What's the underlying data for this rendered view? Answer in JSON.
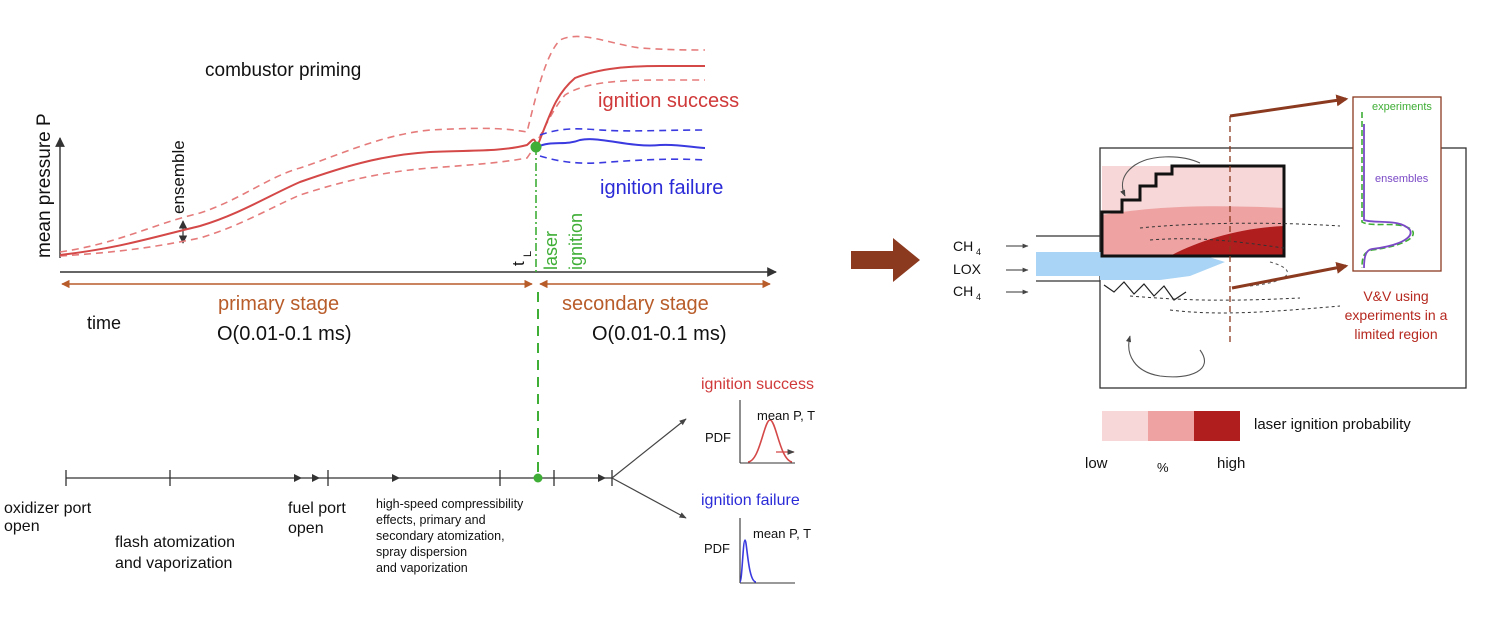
{
  "colors": {
    "red_curve": "#d44848",
    "red_dashed": "#e57b7b",
    "blue_curve": "#3a3ae0",
    "green": "#3fae36",
    "brown": "#b85c2a",
    "big_arrow": "#8b3a1f",
    "lox_blue": "#a9d4f5",
    "prob_low": "#f7d7d7",
    "prob_mid": "#eea2a2",
    "prob_high": "#b01e1e",
    "purple": "#7a49c6"
  },
  "timeline": {
    "title": "combustor priming",
    "ylabel": "mean pressure P",
    "ensemble_label": "ensemble",
    "ignition_success": "ignition success",
    "ignition_failure": "ignition failure",
    "laser_ignition_1": "laser",
    "laser_ignition_2": "ignition",
    "tL_label": "t",
    "tL_sub": "L",
    "time_label": "time",
    "primary_stage": "primary stage",
    "primary_scale": "O(0.01-0.1 ms)",
    "secondary_stage": "secondary stage",
    "secondary_scale": "O(0.01-0.1 ms)"
  },
  "events": {
    "oxidizer_1": "oxidizer port",
    "oxidizer_2": "open",
    "flash_1": "flash atomization",
    "flash_2": "and vaporization",
    "fuel_1": "fuel port",
    "fuel_2": "open",
    "hs_1": "high-speed compressibility",
    "hs_2": "effects, primary and",
    "hs_3": "secondary atomization,",
    "hs_4": "spray dispersion",
    "hs_5": "and vaporization"
  },
  "outcomes": {
    "success_title": "ignition success",
    "failure_title": "ignition failure",
    "pdf_label": "PDF",
    "meanPT": "mean P, T"
  },
  "injector": {
    "ch4_top": "CH",
    "ch4_sub": "4",
    "lox": "LOX",
    "ch4_bottom": "CH",
    "experiments": "experiments",
    "ensembles": "ensembles",
    "vv_1": "V&V using",
    "vv_2": "experiments in a",
    "vv_3": "limited region",
    "legend_title": "laser ignition probability",
    "legend_low": "low",
    "legend_pct": "%",
    "legend_high": "high"
  }
}
